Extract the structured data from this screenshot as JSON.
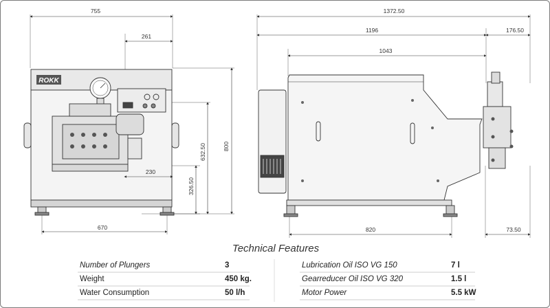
{
  "dimensions": {
    "front": {
      "width": "755",
      "offset": "261",
      "height": "800",
      "height2": "632.50",
      "height3": "326.50",
      "base_width": "670",
      "inner": "230"
    },
    "side": {
      "total": "1372.50",
      "length": "1196",
      "body": "1043",
      "extra": "176.50",
      "base": "820",
      "foot": "73.50"
    }
  },
  "brand": "ROKK",
  "title": "Technical Features",
  "features_left": [
    {
      "label": "Number of Plungers",
      "value": "3"
    },
    {
      "label": "Weight",
      "value": "450 kg."
    },
    {
      "label": "Water Consumption",
      "value": "50 l/h"
    }
  ],
  "features_right": [
    {
      "label": "Lubrication Oil ISO VG 150",
      "value": "7 l"
    },
    {
      "label": "Gearreducer Oil ISO VG 320",
      "value": "1.5 l"
    },
    {
      "label": "Motor Power",
      "value": "5.5 kW"
    }
  ],
  "colors": {
    "line": "#333333",
    "panel": "#e9e9e9",
    "frame": "#d5d5d5"
  }
}
